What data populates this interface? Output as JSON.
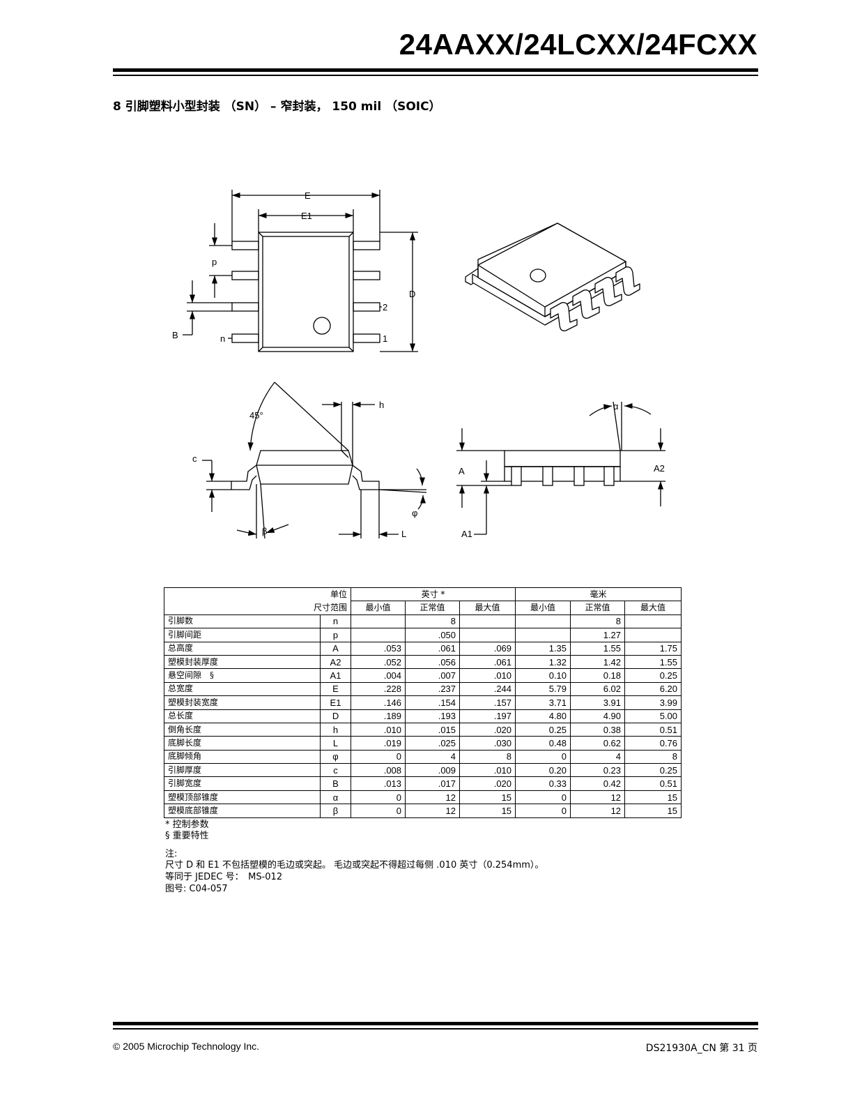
{
  "header": {
    "title": "24AAXX/24LCXX/24FCXX"
  },
  "section": {
    "title": "8 引脚塑料小型封装 （SN） – 窄封装， 150 mil （SOIC）"
  },
  "diagram": {
    "labels": {
      "E": "E",
      "E1": "E1",
      "D": "D",
      "p": "p",
      "B": "B",
      "n": "n",
      "pin2": "2",
      "pin1": "1",
      "angle45": "45°",
      "h": "h",
      "c": "c",
      "beta": "β",
      "phi": "φ",
      "L": "L",
      "alpha": "α",
      "A": "A",
      "A2": "A2",
      "A1": "A1"
    }
  },
  "table": {
    "header1": {
      "unit": "单位",
      "inches": "英寸 *",
      "mm": "毫米"
    },
    "header2": {
      "dim_limits": "尺寸范围",
      "min": "最小值",
      "nom": "正常值",
      "max": "最大值",
      "min_mm": "最小值",
      "nom_mm": "正常值",
      "max_mm": "最大值"
    },
    "rows": [
      {
        "name": "引脚数",
        "sym": "n",
        "in_min": "",
        "in_nom": "8",
        "in_max": "",
        "mm_min": "",
        "mm_nom": "8",
        "mm_max": ""
      },
      {
        "name": "引脚间距",
        "sym": "p",
        "in_min": "",
        "in_nom": ".050",
        "in_max": "",
        "mm_min": "",
        "mm_nom": "1.27",
        "mm_max": ""
      },
      {
        "name": "总高度",
        "sym": "A",
        "in_min": ".053",
        "in_nom": ".061",
        "in_max": ".069",
        "mm_min": "1.35",
        "mm_nom": "1.55",
        "mm_max": "1.75"
      },
      {
        "name": "塑模封装厚度",
        "sym": "A2",
        "in_min": ".052",
        "in_nom": ".056",
        "in_max": ".061",
        "mm_min": "1.32",
        "mm_nom": "1.42",
        "mm_max": "1.55"
      },
      {
        "name": "悬空间隙　§",
        "sym": "A1",
        "in_min": ".004",
        "in_nom": ".007",
        "in_max": ".010",
        "mm_min": "0.10",
        "mm_nom": "0.18",
        "mm_max": "0.25"
      },
      {
        "name": "总宽度",
        "sym": "E",
        "in_min": ".228",
        "in_nom": ".237",
        "in_max": ".244",
        "mm_min": "5.79",
        "mm_nom": "6.02",
        "mm_max": "6.20"
      },
      {
        "name": "塑模封装宽度",
        "sym": "E1",
        "in_min": ".146",
        "in_nom": ".154",
        "in_max": ".157",
        "mm_min": "3.71",
        "mm_nom": "3.91",
        "mm_max": "3.99"
      },
      {
        "name": "总长度",
        "sym": "D",
        "in_min": ".189",
        "in_nom": ".193",
        "in_max": ".197",
        "mm_min": "4.80",
        "mm_nom": "4.90",
        "mm_max": "5.00"
      },
      {
        "name": "倒角长度",
        "sym": "h",
        "in_min": ".010",
        "in_nom": ".015",
        "in_max": ".020",
        "mm_min": "0.25",
        "mm_nom": "0.38",
        "mm_max": "0.51"
      },
      {
        "name": "底脚长度",
        "sym": "L",
        "in_min": ".019",
        "in_nom": ".025",
        "in_max": ".030",
        "mm_min": "0.48",
        "mm_nom": "0.62",
        "mm_max": "0.76"
      },
      {
        "name": "底脚倾角",
        "sym": "φ",
        "in_min": "0",
        "in_nom": "4",
        "in_max": "8",
        "mm_min": "0",
        "mm_nom": "4",
        "mm_max": "8"
      },
      {
        "name": "引脚厚度",
        "sym": "c",
        "in_min": ".008",
        "in_nom": ".009",
        "in_max": ".010",
        "mm_min": "0.20",
        "mm_nom": "0.23",
        "mm_max": "0.25"
      },
      {
        "name": "引脚宽度",
        "sym": "B",
        "in_min": ".013",
        "in_nom": ".017",
        "in_max": ".020",
        "mm_min": "0.33",
        "mm_nom": "0.42",
        "mm_max": "0.51"
      },
      {
        "name": "塑模顶部锥度",
        "sym": "α",
        "in_min": "0",
        "in_nom": "12",
        "in_max": "15",
        "mm_min": "0",
        "mm_nom": "12",
        "mm_max": "15"
      },
      {
        "name": "塑模底部锥度",
        "sym": "β",
        "in_min": "0",
        "in_nom": "12",
        "in_max": "15",
        "mm_min": "0",
        "mm_nom": "12",
        "mm_max": "15"
      }
    ]
  },
  "notes": {
    "control": "* 控制参数",
    "significant": "§ 重要特性",
    "heading": "注:",
    "line1": "尺寸 D 和 E1 不包括塑模的毛边或突起。 毛边或突起不得超过每侧 .010 英寸（0.254mm）。",
    "line2": "等同于 JEDEC 号：　MS-012",
    "line3": "图号: C04-057"
  },
  "footer": {
    "left": "© 2005 Microchip Technology Inc.",
    "right": "DS21930A_CN 第 31 页"
  }
}
